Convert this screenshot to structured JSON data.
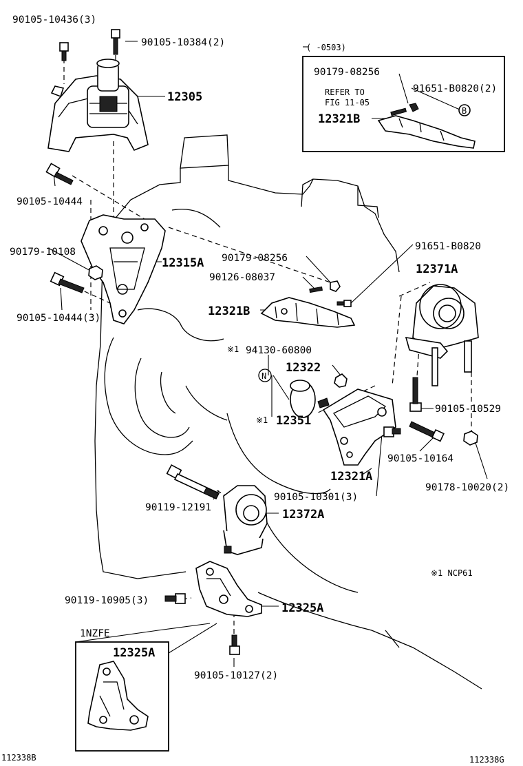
{
  "labels": {
    "p_9010510436": "90105-10436(3)",
    "p_9010510384": "90105-10384(2)",
    "p_12305": "12305",
    "p_9010510444a": "90105-10444",
    "p_9017910108": "90179-10108",
    "p_12315A": "12315A",
    "p_9010510444b": "90105-10444(3)",
    "inset_range": "(      -0503)",
    "inset_9017908256": "90179-08256",
    "inset_refer": "REFER TO",
    "inset_fig": "FIG 11-05",
    "inset_91651B0820": "91651-B0820(2)",
    "inset_12321B": "12321B",
    "inset_b": "B",
    "p_91651B0820": "91651-B0820",
    "p_9017908256": "90179-08256",
    "p_9012608037": "90126-08037",
    "p_12321B": "12321B",
    "p_12371A": "12371A",
    "star1a": "※1",
    "p_9413060800": "94130-60800",
    "p_n": "N",
    "p_12322": "12322",
    "star1b": "※1",
    "p_12351": "12351",
    "p_9010510529": "90105-10529",
    "p_9010510164": "90105-10164",
    "p_12321A": "12321A",
    "p_9017810020": "90178-10020(2)",
    "p_9010510301": "90105-10301(3)",
    "p_9011912191": "90119-12191",
    "p_12372A": "12372A",
    "note_star": "※1 NCP61",
    "p_9011910905": "90119-10905(3)",
    "p_12325A": "12325A",
    "inset2_title": "1NZFE",
    "inset2_12325A": "12325A",
    "p_9010510127": "90105-10127(2)",
    "code_left": "112338B",
    "code_right": "112338G"
  }
}
